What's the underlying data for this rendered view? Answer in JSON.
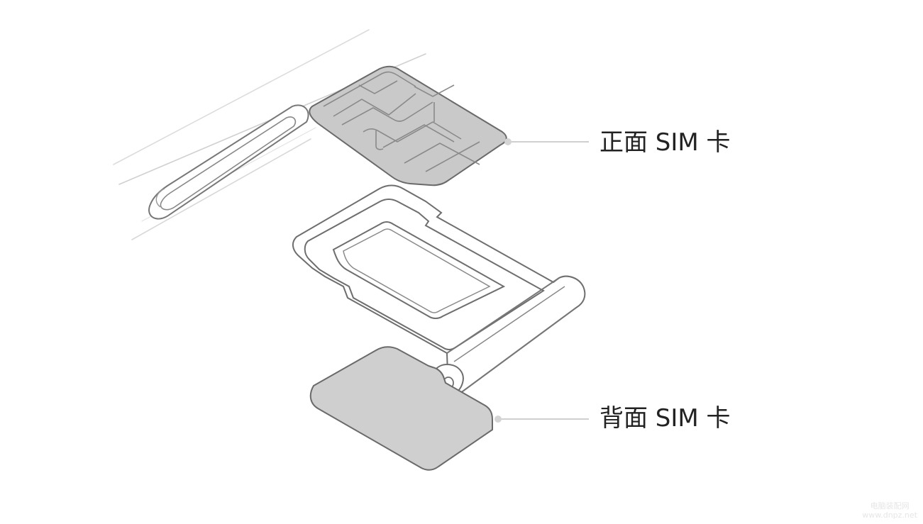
{
  "labels": {
    "front_sim": "正面 SIM 卡",
    "back_sim": "背面 SIM 卡"
  },
  "watermark": {
    "line1": "电脑装配网",
    "line2": "www.dnpz.net"
  },
  "colors": {
    "sim_card_fill": "#c9c9c9",
    "sim_card_back_fill": "#cfcfcf",
    "outline": "#6a6a6a",
    "leader_line": "#c8c8c8",
    "label_text": "#222222",
    "phone_edge": "#bdbdbd"
  },
  "icons": {
    "front_sim": "sim-card-front-icon",
    "back_sim": "sim-card-back-icon",
    "tray": "sim-tray-icon",
    "phone_edge": "phone-edge-icon"
  }
}
